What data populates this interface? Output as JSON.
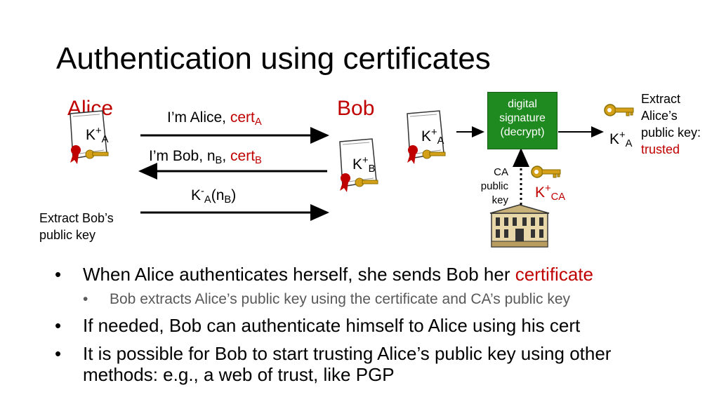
{
  "title": "Authentication using certificates",
  "parties": {
    "alice": "Alice",
    "bob": "Bob"
  },
  "messages": {
    "m1": {
      "text": "I’m Alice, ",
      "cert": "cert",
      "sub": "A"
    },
    "m2": {
      "text": "I’m Bob, n",
      "sub_n": "B",
      "comma": ", ",
      "cert": "cert",
      "sub_cert": "B"
    },
    "m3": {
      "k": "K",
      "sup": "-",
      "sub": "A",
      "open": "(n",
      "sub_n": "B",
      "close": ")"
    }
  },
  "alice_note": "Extract Bob’s public key",
  "cert_labels": {
    "alice_cert": {
      "k": "K",
      "sup": "+",
      "sub": "A"
    },
    "bob_cert": {
      "k": "K",
      "sup": "+",
      "sub": "B"
    },
    "right_cert": {
      "k": "K",
      "sup": "+",
      "sub": "A"
    }
  },
  "signature_box": "digital signature (decrypt)",
  "extracted_key": {
    "k": "K",
    "sup": "+",
    "sub": "A"
  },
  "extract_note": {
    "text": "Extract Alice’s public key:",
    "trusted": "trusted"
  },
  "ca_label": "CA public key",
  "ca_key": {
    "k": "K",
    "sup": "+",
    "sub": "CA"
  },
  "bullets": [
    {
      "pre": "When Alice authenticates herself, she sends Bob her ",
      "hl": "certificate",
      "sub": [
        "Bob extracts Alice’s public key using the certificate and CA’s public key"
      ]
    },
    {
      "pre": "If needed, Bob can authenticate himself to Alice using his cert",
      "hl": "",
      "sub": []
    },
    {
      "pre": "It is possible for Bob to start trusting Alice’s public key using other methods: e.g., a web of trust, like PGP",
      "hl": "",
      "sub": []
    }
  ],
  "colors": {
    "highlight": "#c00000",
    "signature_box": "#1f8a1f",
    "key": "#d4a017"
  }
}
